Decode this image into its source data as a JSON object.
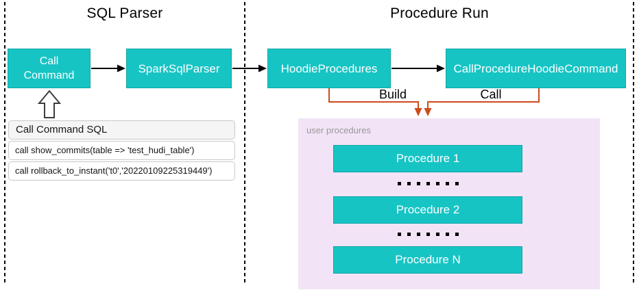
{
  "sections": {
    "left": {
      "title": "SQL Parser"
    },
    "right": {
      "title": "Procedure Run"
    }
  },
  "nodes": {
    "call_command": "Call Command",
    "spark_sql_parser": "SparkSqlParser",
    "hoodie_procedures": "HoodieProcedures",
    "call_procedure_hoodie_command": "CallProcedureHoodieCommand"
  },
  "edge_labels": {
    "build": "Build",
    "call": "Call"
  },
  "sql_table": {
    "header": "Call Command SQL",
    "rows": [
      "call show_commits(table => 'test_hudi_table')",
      "call rollback_to_instant('t0','20220109225319449')"
    ]
  },
  "user_procedures": {
    "label": "user procedures",
    "items": [
      "Procedure 1",
      "Procedure 2",
      "Procedure N"
    ],
    "dots_per_row": 7
  },
  "colors": {
    "teal": "#17C4C4",
    "teal_border": "#11A6A6",
    "orange": "#CE4A1D",
    "panel_pink": "#F2E4F6",
    "table_header_bg": "#F5F5F5",
    "table_border": "#C8C8C8",
    "muted_text": "#999999"
  }
}
